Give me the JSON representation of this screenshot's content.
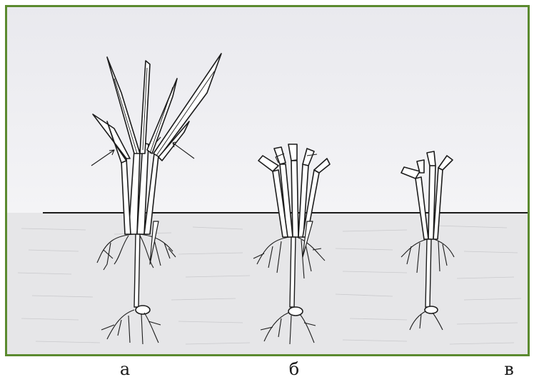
{
  "figure": {
    "captions": [
      "а",
      "б",
      "в"
    ],
    "colors": {
      "frame": "#5b8a2f",
      "paper_top": "#f1f1f3",
      "soil": "#e7e7e9",
      "ink": "#1c1c1c"
    }
  }
}
